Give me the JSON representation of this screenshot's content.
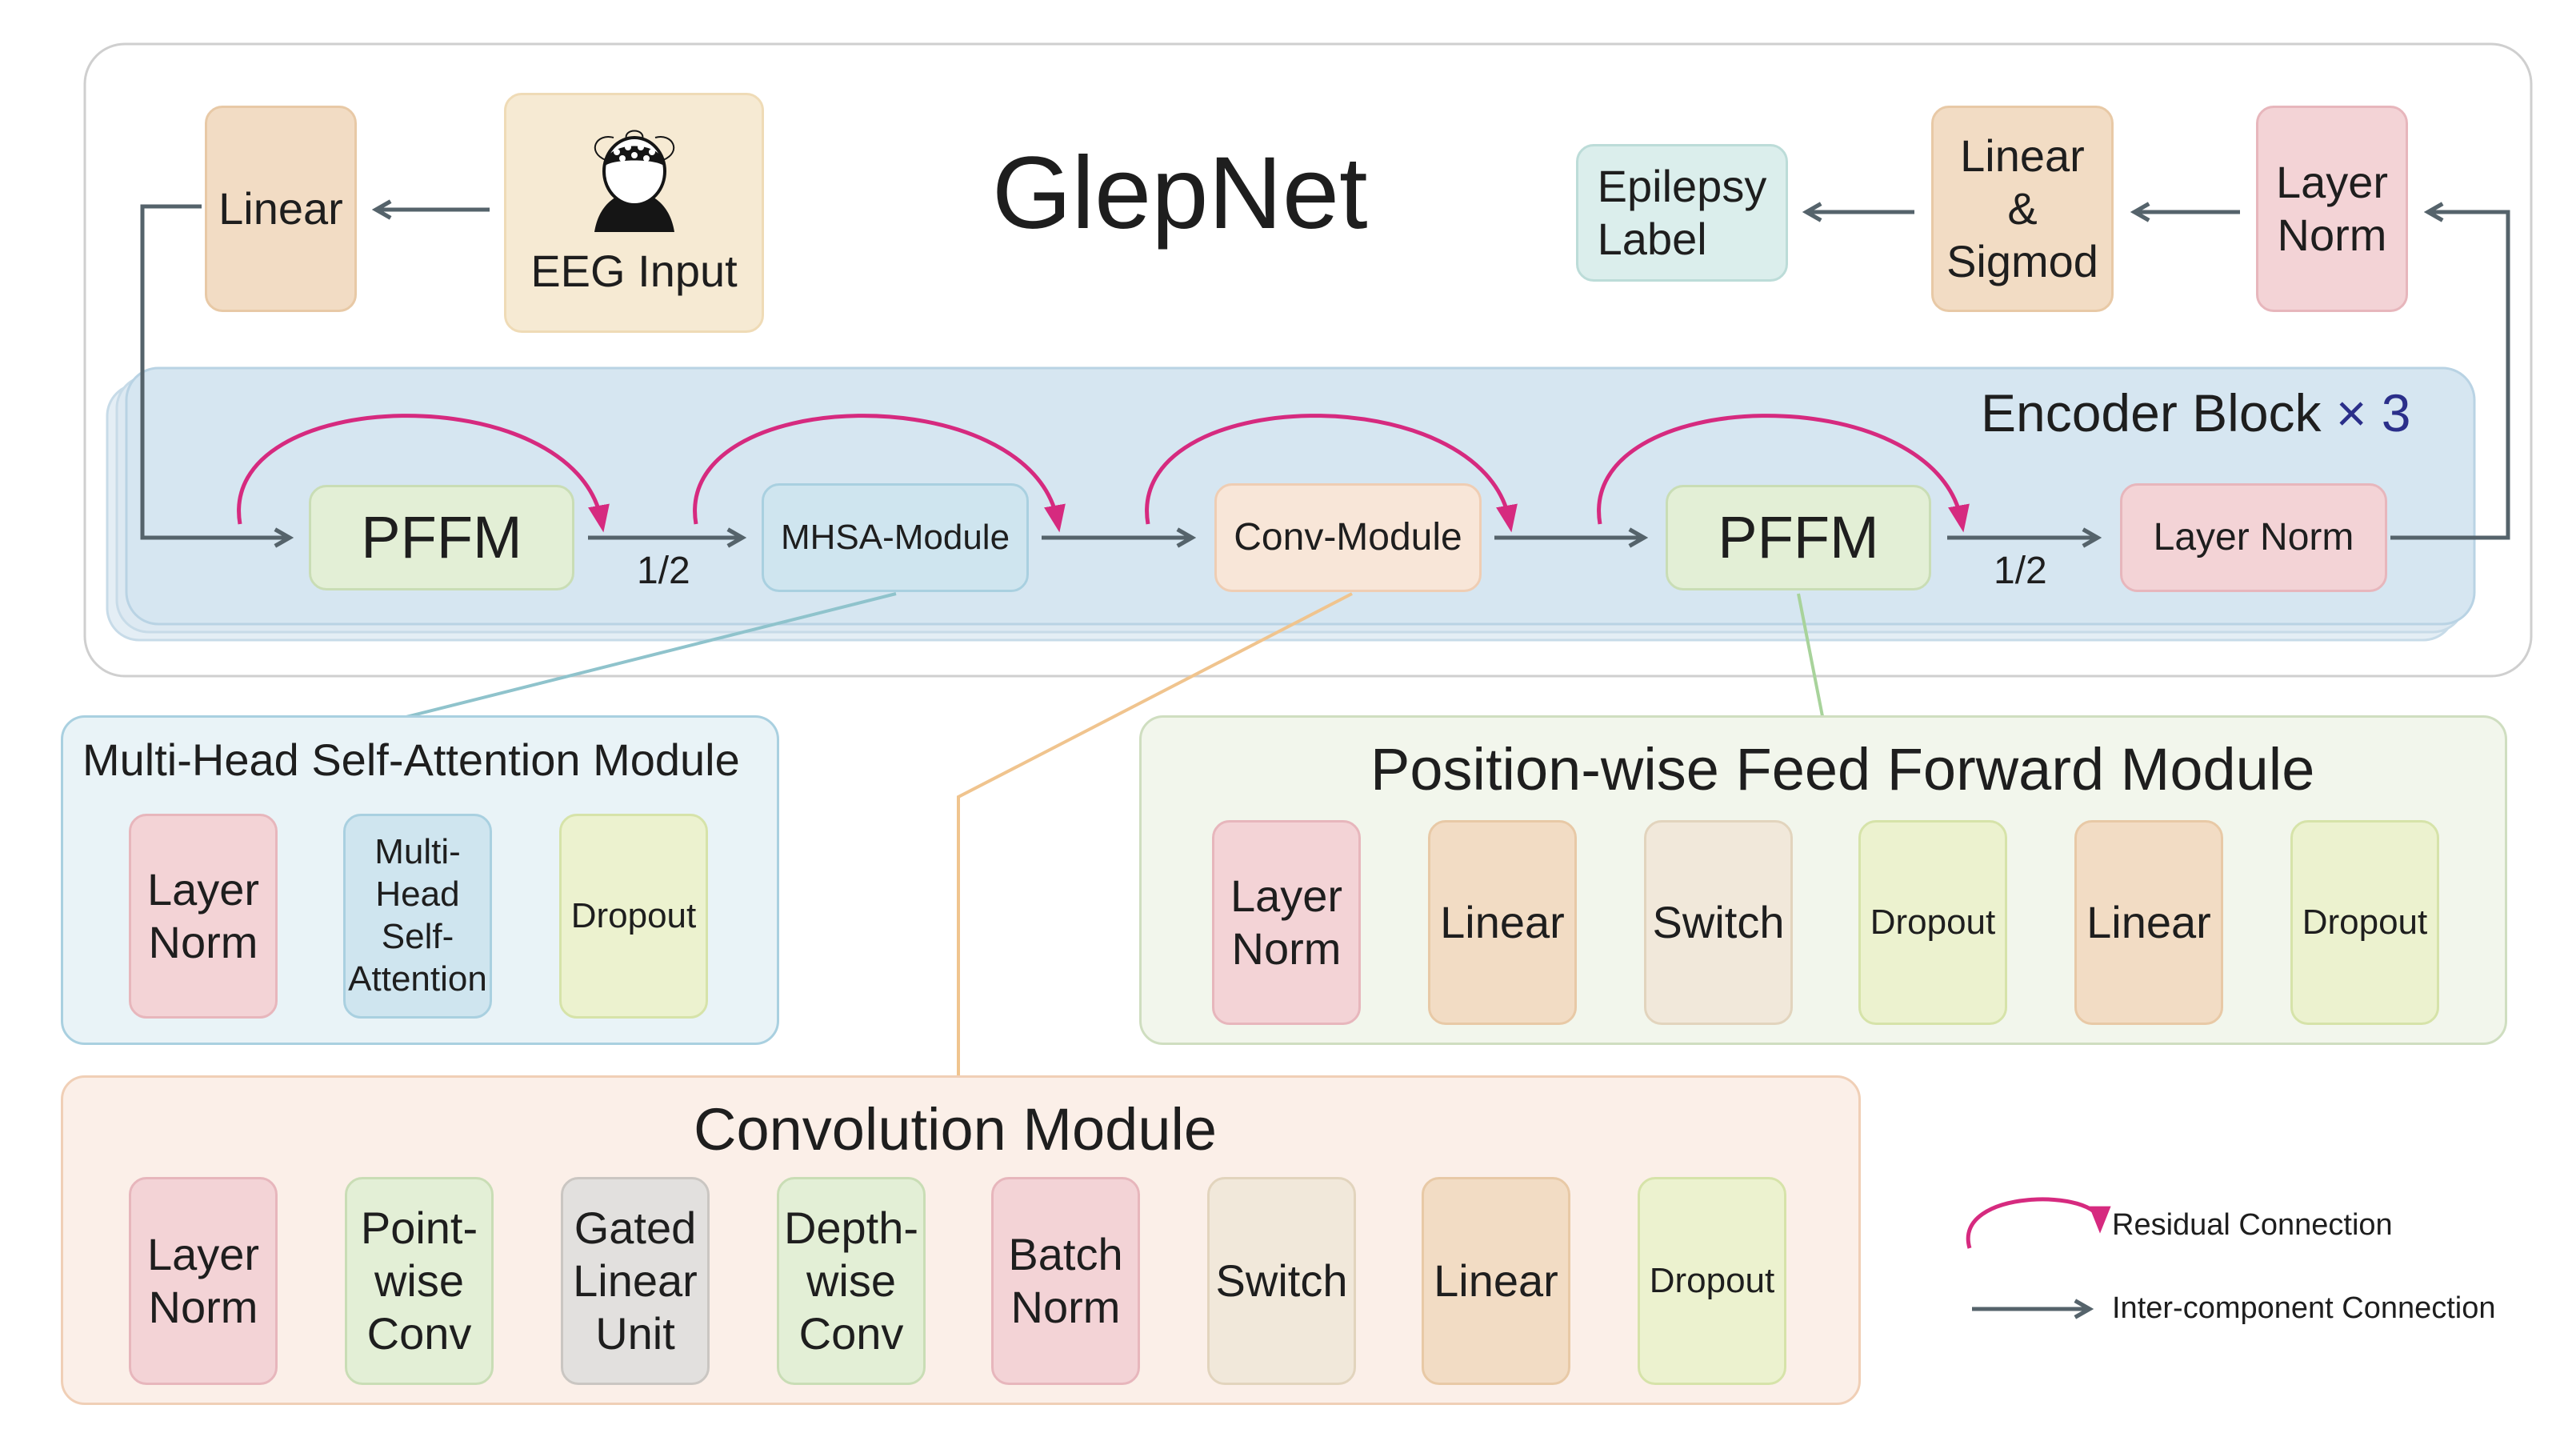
{
  "title": "GlepNet",
  "top_row": {
    "linear": "Linear",
    "eeg_input": "EEG Input",
    "epilepsy_label": "Epilepsy\nLabel",
    "linear_sigmod": "Linear\n&\nSigmod",
    "layer_norm": "Layer\nNorm"
  },
  "encoder": {
    "title": "Encoder Block",
    "times": "×",
    "repeat": "3",
    "pffm_1": "PFFM",
    "half_1": "1/2",
    "mhsa": "MHSA-Module",
    "conv": "Conv-Module",
    "pffm_2": "PFFM",
    "half_2": "1/2",
    "layer_norm": "Layer Norm"
  },
  "mhsa_module": {
    "title": "Multi-Head Self-Attention Module",
    "steps": [
      "Layer\nNorm",
      "Multi-\nHead\nSelf-\nAttention",
      "Dropout"
    ]
  },
  "pffm_module": {
    "title": "Position-wise Feed Forward Module",
    "steps": [
      "Layer\nNorm",
      "Linear",
      "Switch",
      "Dropout",
      "Linear",
      "Dropout"
    ]
  },
  "conv_module": {
    "title": "Convolution Module",
    "steps": [
      "Layer\nNorm",
      "Point-\nwise\nConv",
      "Gated\nLinear\nUnit",
      "Depth-\nwise\nConv",
      "Batch\nNorm",
      "Switch",
      "Linear",
      "Dropout"
    ]
  },
  "legend": {
    "residual": "Residual Connection",
    "inter": "Inter-component Connection"
  },
  "colors": {
    "residual_arrow": "#d62a7f",
    "inter_arrow": "#55636b",
    "encoder_bg": "#d6e6f1",
    "mhsa_panel": "#e9f3f7",
    "pffm_panel": "#f2f6ec",
    "conv_panel": "#fbefe8",
    "times_color": "#2b2f8a"
  }
}
